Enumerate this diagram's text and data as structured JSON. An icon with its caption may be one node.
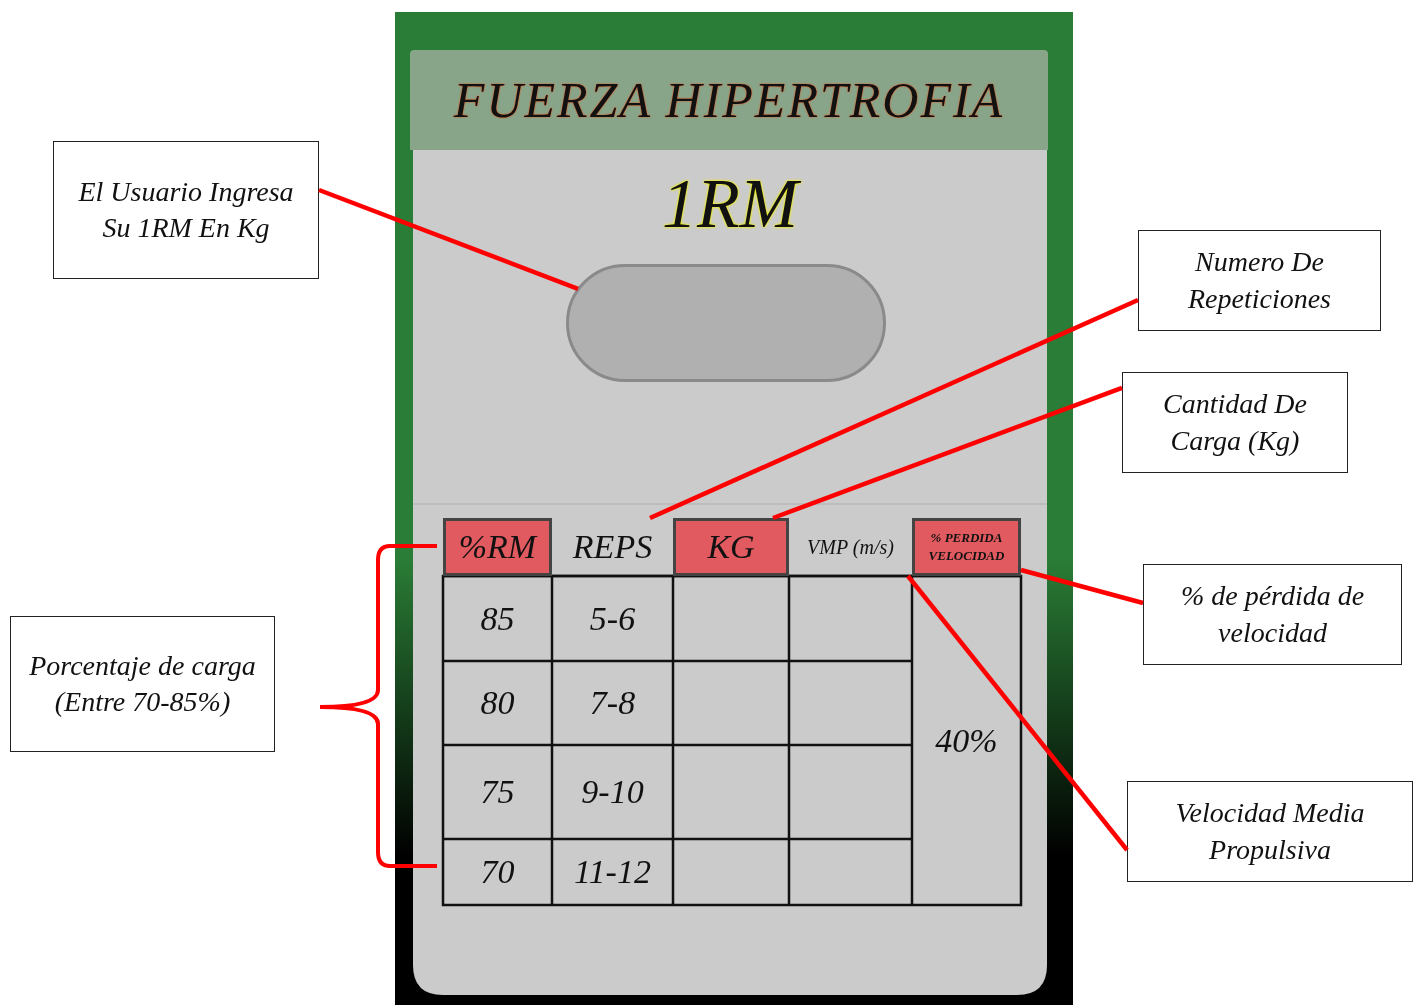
{
  "diagram": {
    "nodes": [
      {
        "text": [
          "FUERZA HIPERTROFIA"
        ]
      },
      {
        "text": [
          "1RM"
        ]
      },
      {
        "text": [],
        "shape": "box",
        "in": 1
      },
      {
        "text": [
          "El Usuario Ingresa Su 1RM En Kg"
        ]
      },
      {
        "text": [
          "Numero De Repeticiones"
        ]
      },
      {
        "text": [
          "Cantidad De Carga (Kg)"
        ]
      },
      {
        "text": [
          "%RM"
        ]
      },
      {
        "text": [
          "REPS"
        ]
      },
      {
        "text": [
          "KG"
        ]
      },
      {
        "text": [
          "VMP (m/s)"
        ]
      },
      {
        "text": [
          "% PERDIDA VELOCIDAD"
        ]
      },
      {
        "text": [
          "% de pérdida de velocidad"
        ]
      },
      {
        "text": [
          "Porcentaje de carga (Entre 70-85%)"
        ]
      },
      {
        "text": [
          "Velocidad Media Propulsiva"
        ]
      }
    ],
    "edges": [
      {
        "from": 3,
        "to": 2,
        "arrow": "none",
        "color": "#ff0000"
      },
      {
        "from": 4,
        "to": 7,
        "arrow": "none",
        "color": "#ff0000"
      },
      {
        "from": 5,
        "to": 8,
        "arrow": "none",
        "color": "#ff0000"
      },
      {
        "from": 11,
        "to": 10,
        "arrow": "none",
        "color": "#ff0000"
      },
      {
        "from": 13,
        "to": 9,
        "arrow": "none",
        "color": "#ff0000"
      }
    ],
    "labels": [
      "85",
      "5-6",
      "80",
      "7-8",
      "75",
      "9-10",
      "70",
      "11-12",
      "40%"
    ]
  }
}
